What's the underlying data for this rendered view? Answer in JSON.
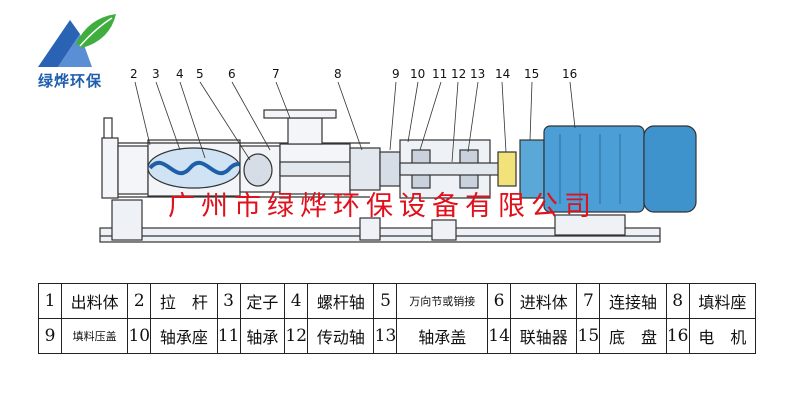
{
  "logo": {
    "text": "绿烨环保"
  },
  "callouts": [
    "2",
    "3",
    "4",
    "5",
    "6",
    "7",
    "8",
    "9",
    "10",
    "11",
    "12",
    "13",
    "14",
    "15",
    "16"
  ],
  "watermark": "广州市绿烨环保设备有限公司",
  "parts_table": {
    "rows": [
      [
        {
          "num": "1",
          "name": "出料体"
        },
        {
          "num": "2",
          "name": "拉　杆"
        },
        {
          "num": "3",
          "name": "定子"
        },
        {
          "num": "4",
          "name": "螺杆轴"
        },
        {
          "num": "5",
          "name": "万向节或销接"
        },
        {
          "num": "6",
          "name": "进料体"
        },
        {
          "num": "7",
          "name": "连接轴"
        },
        {
          "num": "8",
          "name": "填料座"
        }
      ],
      [
        {
          "num": "9",
          "name": "填料压盖"
        },
        {
          "num": "10",
          "name": "轴承座"
        },
        {
          "num": "11",
          "name": "轴承"
        },
        {
          "num": "12",
          "name": "传动轴"
        },
        {
          "num": "13",
          "name": "轴承盖"
        },
        {
          "num": "14",
          "name": "联轴器"
        },
        {
          "num": "15",
          "name": "底　盘"
        },
        {
          "num": "16",
          "name": "电　机"
        }
      ]
    ]
  }
}
